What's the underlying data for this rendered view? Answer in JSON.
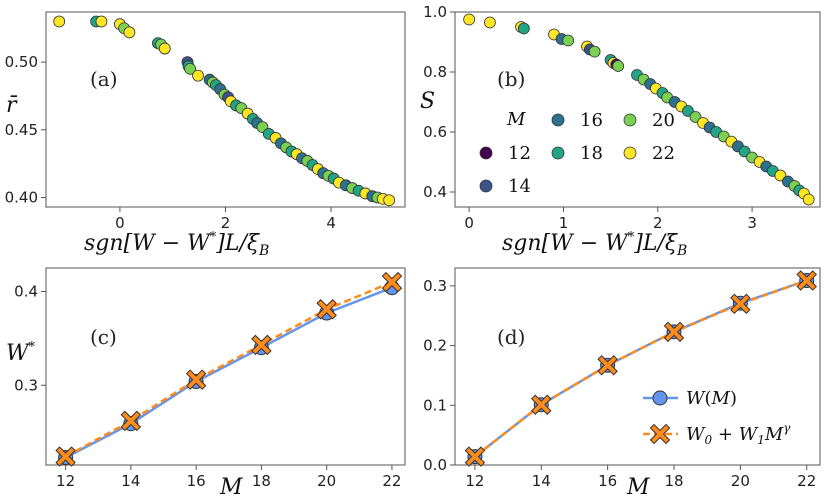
{
  "chart_data": [
    {
      "panel_label": "(a)",
      "type": "scatter",
      "xlabel": "sgn[W − W*]L/ξ_B",
      "ylabel": "r̄",
      "xlim": [
        -1.4,
        5.4
      ],
      "ylim": [
        0.393,
        0.537
      ],
      "xticks": [
        0,
        2,
        4
      ],
      "yticks": [
        0.4,
        0.45,
        0.5
      ],
      "ytick_labels": [
        "0.40",
        "0.45",
        "0.50"
      ],
      "grid": false,
      "points": [
        [
          -1.15,
          0.53,
          22
        ],
        [
          -0.45,
          0.53,
          18
        ],
        [
          -0.35,
          0.53,
          22
        ],
        [
          0.0,
          0.528,
          22
        ],
        [
          0.08,
          0.525,
          20
        ],
        [
          0.18,
          0.522,
          22
        ],
        [
          0.72,
          0.514,
          18
        ],
        [
          0.78,
          0.513,
          20
        ],
        [
          0.85,
          0.51,
          22
        ],
        [
          1.28,
          0.5,
          14
        ],
        [
          1.3,
          0.497,
          18
        ],
        [
          1.33,
          0.495,
          20
        ],
        [
          1.48,
          0.49,
          22
        ],
        [
          1.7,
          0.487,
          16
        ],
        [
          1.76,
          0.485,
          20
        ],
        [
          1.82,
          0.483,
          18
        ],
        [
          1.9,
          0.48,
          16
        ],
        [
          1.98,
          0.476,
          20
        ],
        [
          2.05,
          0.474,
          14
        ],
        [
          2.1,
          0.471,
          22
        ],
        [
          2.2,
          0.468,
          18
        ],
        [
          2.3,
          0.466,
          20
        ],
        [
          2.42,
          0.462,
          22
        ],
        [
          2.52,
          0.458,
          18
        ],
        [
          2.6,
          0.455,
          16
        ],
        [
          2.7,
          0.452,
          20
        ],
        [
          2.82,
          0.447,
          18
        ],
        [
          2.95,
          0.444,
          22
        ],
        [
          3.05,
          0.44,
          16
        ],
        [
          3.15,
          0.437,
          20
        ],
        [
          3.25,
          0.434,
          18
        ],
        [
          3.35,
          0.432,
          22
        ],
        [
          3.45,
          0.429,
          16
        ],
        [
          3.55,
          0.427,
          20
        ],
        [
          3.65,
          0.424,
          18
        ],
        [
          3.75,
          0.421,
          22
        ],
        [
          3.85,
          0.418,
          16
        ],
        [
          3.95,
          0.416,
          20
        ],
        [
          4.05,
          0.414,
          18
        ],
        [
          4.15,
          0.411,
          22
        ],
        [
          4.28,
          0.409,
          16
        ],
        [
          4.4,
          0.407,
          20
        ],
        [
          4.52,
          0.405,
          18
        ],
        [
          4.65,
          0.403,
          22
        ],
        [
          4.78,
          0.401,
          16
        ],
        [
          4.88,
          0.4,
          20
        ],
        [
          4.98,
          0.399,
          22
        ],
        [
          5.1,
          0.398,
          22
        ]
      ]
    },
    {
      "panel_label": "(b)",
      "type": "scatter",
      "xlabel": "sgn[W − W*]L/ξ_B",
      "ylabel": "S",
      "xlim": [
        -0.15,
        3.72
      ],
      "ylim": [
        0.35,
        1.0
      ],
      "xticks": [
        0,
        1,
        2,
        3
      ],
      "yticks": [
        0.4,
        0.6,
        0.8,
        1.0
      ],
      "ytick_labels": [
        "0.4",
        "0.6",
        "0.8",
        "1.0"
      ],
      "grid": false,
      "legend_title": "M",
      "legend": [
        {
          "name": "12",
          "color": "#440154"
        },
        {
          "name": "14",
          "color": "#3b528b"
        },
        {
          "name": "16",
          "color": "#2c728e"
        },
        {
          "name": "18",
          "color": "#21a585"
        },
        {
          "name": "20",
          "color": "#7ad151"
        },
        {
          "name": "22",
          "color": "#fde725"
        }
      ],
      "points": [
        [
          0.0,
          0.975,
          22
        ],
        [
          0.22,
          0.965,
          22
        ],
        [
          0.55,
          0.95,
          22
        ],
        [
          0.58,
          0.945,
          18
        ],
        [
          0.9,
          0.925,
          22
        ],
        [
          0.98,
          0.91,
          16
        ],
        [
          1.05,
          0.905,
          20
        ],
        [
          1.25,
          0.885,
          22
        ],
        [
          1.28,
          0.875,
          14
        ],
        [
          1.33,
          0.868,
          20
        ],
        [
          1.5,
          0.84,
          18
        ],
        [
          1.53,
          0.83,
          22
        ],
        [
          1.56,
          0.825,
          12
        ],
        [
          1.58,
          0.82,
          20
        ],
        [
          1.78,
          0.79,
          18
        ],
        [
          1.85,
          0.775,
          20
        ],
        [
          1.92,
          0.76,
          16
        ],
        [
          1.98,
          0.745,
          22
        ],
        [
          2.05,
          0.73,
          18
        ],
        [
          2.1,
          0.715,
          20
        ],
        [
          2.18,
          0.7,
          16
        ],
        [
          2.25,
          0.685,
          22
        ],
        [
          2.32,
          0.67,
          18
        ],
        [
          2.4,
          0.65,
          20
        ],
        [
          2.48,
          0.63,
          22
        ],
        [
          2.55,
          0.615,
          16
        ],
        [
          2.62,
          0.6,
          18
        ],
        [
          2.7,
          0.585,
          20
        ],
        [
          2.78,
          0.568,
          22
        ],
        [
          2.85,
          0.552,
          16
        ],
        [
          2.92,
          0.535,
          18
        ],
        [
          3.0,
          0.515,
          20
        ],
        [
          3.08,
          0.5,
          22
        ],
        [
          3.15,
          0.485,
          16
        ],
        [
          3.22,
          0.47,
          18
        ],
        [
          3.3,
          0.455,
          22
        ],
        [
          3.38,
          0.435,
          16
        ],
        [
          3.45,
          0.42,
          20
        ],
        [
          3.5,
          0.405,
          18
        ],
        [
          3.55,
          0.395,
          22
        ],
        [
          3.6,
          0.375,
          22
        ]
      ]
    },
    {
      "panel_label": "(c)",
      "type": "line",
      "xlabel": "M",
      "ylabel": "W*",
      "xlim": [
        11.4,
        22.4
      ],
      "ylim": [
        0.215,
        0.425
      ],
      "x": [
        12,
        14,
        16,
        18,
        20,
        22
      ],
      "xticks": [
        12,
        14,
        16,
        18,
        20,
        22
      ],
      "yticks": [
        0.3,
        0.4
      ],
      "ytick_labels": [
        "0.3",
        "0.4"
      ],
      "grid": false,
      "series": [
        {
          "name": "W(M)",
          "values": [
            0.223,
            0.259,
            0.304,
            0.34,
            0.377,
            0.404
          ],
          "color": "#6495ed",
          "style": "solid",
          "marker": "circle"
        },
        {
          "name": "W_0 + W_1 M^γ",
          "values": [
            0.224,
            0.262,
            0.306,
            0.343,
            0.381,
            0.41
          ],
          "color": "#ff8c1a",
          "style": "dashed",
          "marker": "x"
        }
      ]
    },
    {
      "panel_label": "(d)",
      "type": "line",
      "xlabel": "M",
      "ylabel": "",
      "xlim": [
        11.4,
        22.4
      ],
      "ylim": [
        0.0,
        0.33
      ],
      "x": [
        12,
        14,
        16,
        18,
        20,
        22
      ],
      "xticks": [
        12,
        14,
        16,
        18,
        20,
        22
      ],
      "yticks": [
        0.0,
        0.1,
        0.2,
        0.3
      ],
      "ytick_labels": [
        "0.0",
        "0.1",
        "0.2",
        "0.3"
      ],
      "grid": false,
      "legend": [
        {
          "name": "W(M)",
          "color": "#6495ed",
          "style": "solid",
          "marker": "circle"
        },
        {
          "name": "W_0 + W_1 M^γ",
          "color": "#ff8c1a",
          "style": "dashed",
          "marker": "x"
        }
      ],
      "series": [
        {
          "name": "W(M)",
          "values": [
            0.014,
            0.101,
            0.167,
            0.223,
            0.271,
            0.309
          ],
          "color": "#6495ed",
          "style": "solid",
          "marker": "circle"
        },
        {
          "name": "W_0 + W_1 M^γ",
          "values": [
            0.014,
            0.101,
            0.167,
            0.223,
            0.27,
            0.309
          ],
          "color": "#ff8c1a",
          "style": "dashed",
          "marker": "x"
        }
      ]
    }
  ]
}
